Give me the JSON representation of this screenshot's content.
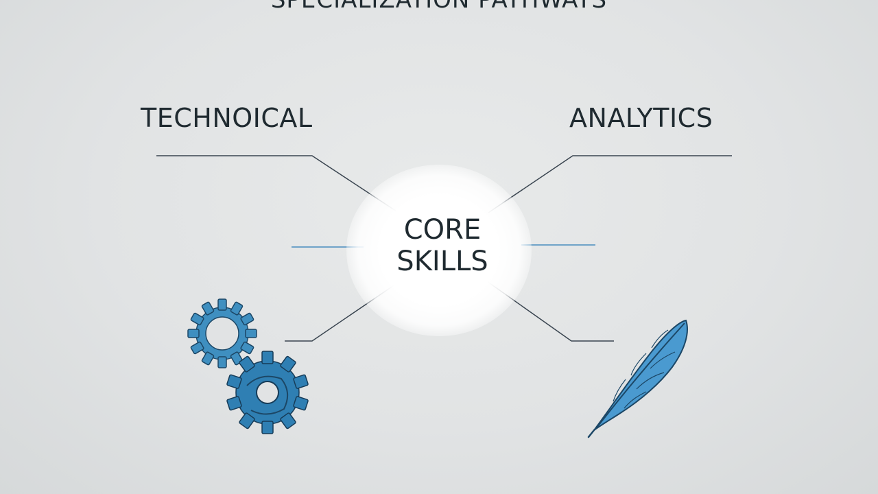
{
  "title": "SPECIALIZATION PATHWAYS",
  "branches": {
    "left": {
      "label": "TECHNOICAL",
      "icon": "gears-icon"
    },
    "right": {
      "label": "ANALYTICS",
      "icon": "feather-icon"
    }
  },
  "core": {
    "line1": "CORE",
    "line2": "SKILLS"
  },
  "colors": {
    "background": "#e1e3e4",
    "text": "#1f2a30",
    "icon_blue": "#3f8fc0",
    "icon_dark": "#1c4766",
    "accent_line": "#7fb3d6"
  }
}
